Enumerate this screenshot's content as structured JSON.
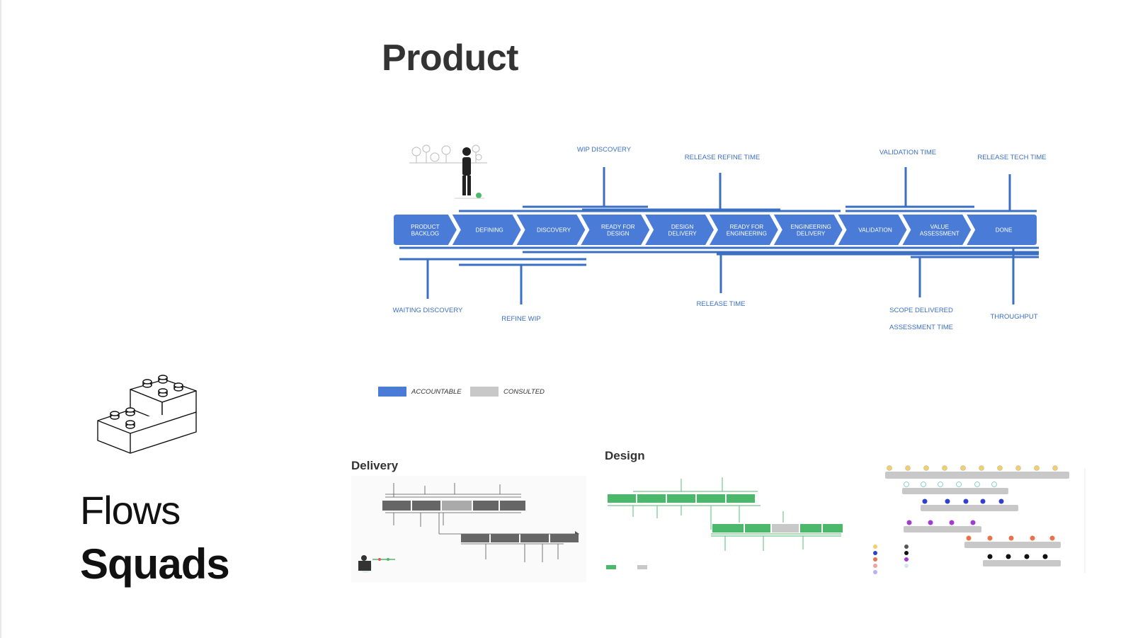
{
  "title": "Product",
  "brand": {
    "line1": "Flows",
    "line2": "Squads"
  },
  "colors": {
    "accent": "#4a7bd6",
    "line": "#3a6fc4",
    "consulted": "#c8c8c8",
    "design_green": "#4cb86c",
    "delivery_gray": "#666666"
  },
  "stages": [
    "PRODUCT BACKLOG",
    "DEFINING",
    "DISCOVERY",
    "READY FOR DESIGN",
    "DESIGN DELIVERY",
    "READY FOR ENGINEERING",
    "ENGINEERING DELIVERY",
    "VALIDATION",
    "VALUE ASSESSMENT",
    "DONE"
  ],
  "metrics_top": {
    "wip_discovery": "WIP DISCOVERY",
    "release_refine_time": "RELEASE REFINE TIME",
    "validation_time": "VALIDATION TIME",
    "release_tech_time": "RELEASE TECH TIME"
  },
  "metrics_bottom": {
    "waiting_discovery": "WAITING DISCOVERY",
    "refine_wip": "REFINE WIP",
    "release_time": "RELEASE TIME",
    "scope_delivered": "SCOPE DELIVERED",
    "assessment_time": "ASSESSMENT TIME",
    "throughput": "THROUGHPUT"
  },
  "legend": {
    "accountable": "ACCOUNTABLE",
    "consulted": "CONSULTED"
  },
  "thumbnails": {
    "delivery": "Delivery",
    "design": "Design"
  },
  "icons": [
    "lego-bricks-icon",
    "person-illustration-icon",
    "person-laptop-illustration-icon"
  ]
}
